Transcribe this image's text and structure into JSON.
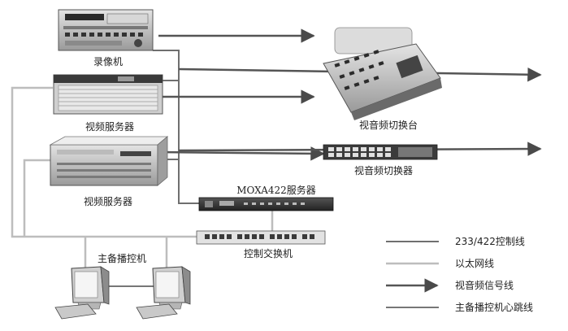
{
  "labels": {
    "recorder": "录像机",
    "video_server_1": "视频服务器",
    "video_server_2": "视频服务器",
    "av_console": "视音频切换台",
    "av_switcher": "视音频切换器",
    "moxa": "MOXA422服务器",
    "control_switch": "控制交换机",
    "master_backup": "主备播控机"
  },
  "legend": [
    {
      "label": "233/422控制线",
      "style": "control",
      "color": "#6f6f6f"
    },
    {
      "label": "以太网线",
      "style": "ethernet",
      "color": "#bdbdbd"
    },
    {
      "label": "视音频信号线",
      "style": "signal",
      "color": "#555555"
    },
    {
      "label": "主备播控机心跳线",
      "style": "heartbeat",
      "color": "#777777"
    }
  ],
  "colors": {
    "control": "#6f6f6f",
    "ethernet": "#bdbdbd",
    "signal": "#555555",
    "heartbeat": "#777777"
  }
}
